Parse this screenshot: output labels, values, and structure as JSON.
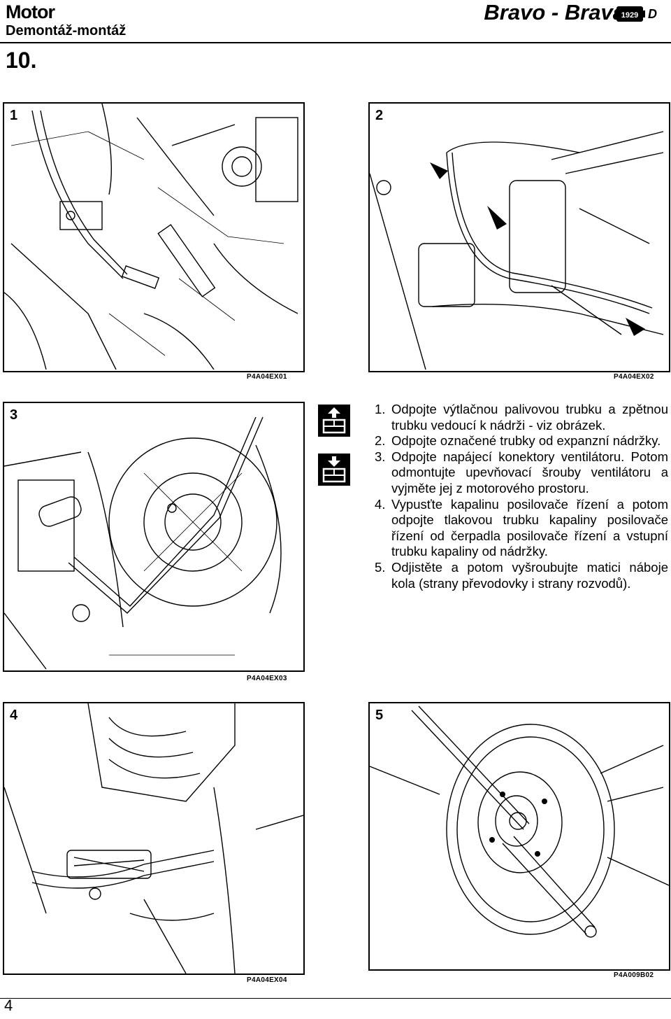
{
  "header": {
    "section": "Motor",
    "subsection": "Demontáž-montáž",
    "number": "10.",
    "model": "Bravo - Brava",
    "engine_code": "1929",
    "letter": "D"
  },
  "figures": [
    {
      "number": "1",
      "caption": "P4A04EX01"
    },
    {
      "number": "2",
      "caption": "P4A04EX02"
    },
    {
      "number": "3",
      "caption": "P4A04EX03"
    },
    {
      "number": "4",
      "caption": "P4A04EX04"
    },
    {
      "number": "5",
      "caption": "P4A009B02"
    }
  ],
  "icons": [
    "removal-icon",
    "refitting-icon"
  ],
  "steps": [
    {
      "number": "1.",
      "text": "Odpojte výtlačnou palivovou trubku a zpětnou trubku vedoucí k nádrži - viz obrázek."
    },
    {
      "number": "2.",
      "text": "Odpojte označené trubky od expanzní nádržky."
    },
    {
      "number": "3.",
      "text": "Odpojte napájecí konektory ventilátoru. Potom odmontujte upevňovací šrouby ventilátoru a vyjměte jej z motorového prostoru."
    },
    {
      "number": "4.",
      "text": "Vypusťte kapalinu posilovače řízení a potom odpojte tlakovou trubku kapaliny posilovače řízení od čerpadla posilovače řízení a vstupní trubku kapaliny od nádržky."
    },
    {
      "number": "5.",
      "text": "Odjistěte a potom vyšroubujte matici náboje kola (strany převodovky i strany rozvodů)."
    }
  ],
  "footer": {
    "page": "4"
  }
}
